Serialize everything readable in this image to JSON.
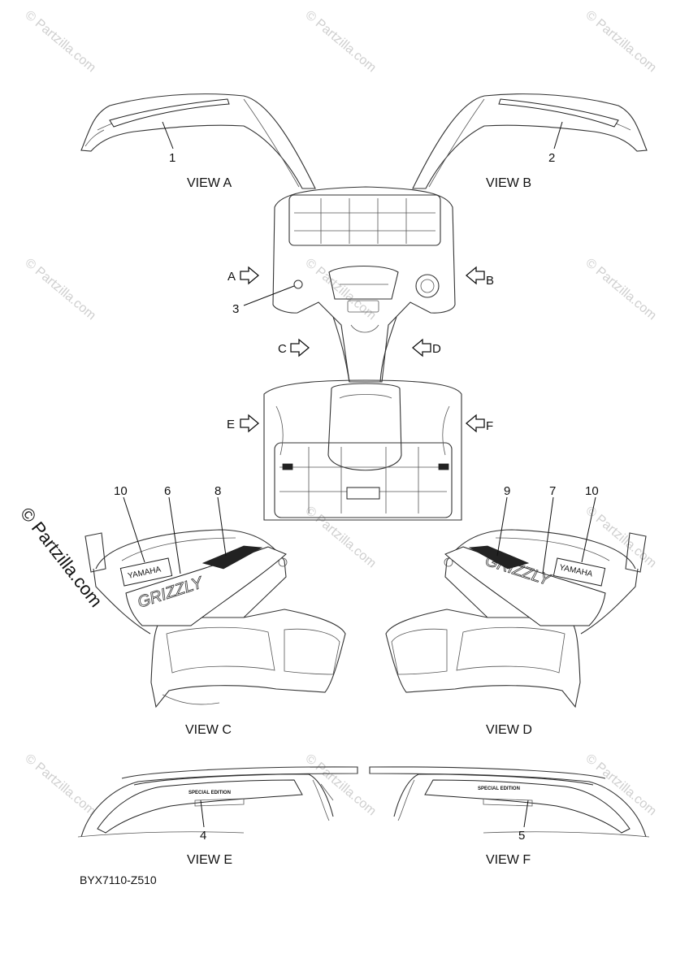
{
  "callouts": [
    "1",
    "2",
    "3",
    "4",
    "5",
    "6",
    "7",
    "8",
    "9",
    "10",
    "10"
  ],
  "views": {
    "a": "VIEW A",
    "b": "VIEW B",
    "c": "VIEW C",
    "d": "VIEW D",
    "e": "VIEW E",
    "f": "VIEW F"
  },
  "arrows": {
    "a": "A",
    "b": "B",
    "c": "C",
    "d": "D",
    "e": "E",
    "f": "F"
  },
  "decals": {
    "yamaha": "YAMAHA",
    "grizzly": "GRIZZLY",
    "special_edition": "SPECIAL EDITION"
  },
  "drawing_code": "BYX7110-Z510",
  "watermark": {
    "small": "© Partzilla.com",
    "large": "© Partzilla.com"
  }
}
